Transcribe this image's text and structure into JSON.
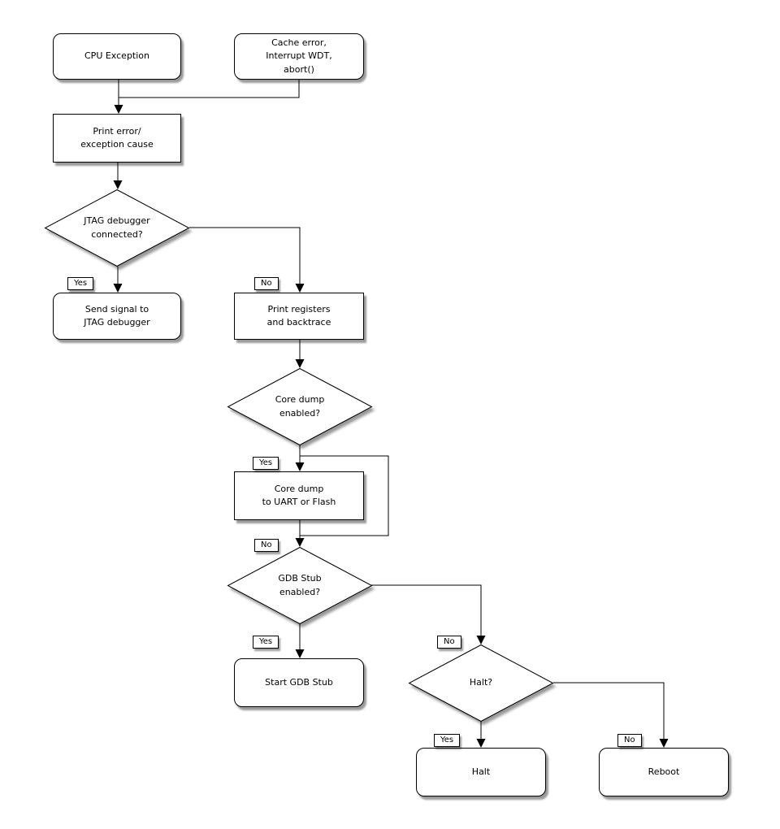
{
  "diagram": {
    "type": "flowchart",
    "background": "#ffffff",
    "line_color": "#000000",
    "shape_fill": "#ffffff",
    "nodes": {
      "cpu_exception": "CPU Exception",
      "cache_error": "Cache error,\nInterrupt WDT,\nabort()",
      "print_error": "Print error/\nexception cause",
      "jtag_connected": "JTAG debugger\nconnected?",
      "send_signal": "Send signal to\nJTAG debugger",
      "print_registers": "Print registers\nand backtrace",
      "core_dump_enabled": "Core dump\nenabled?",
      "core_dump": "Core dump\nto UART or Flash",
      "gdb_stub_enabled": "GDB Stub\nenabled?",
      "start_gdb_stub": "Start GDB Stub",
      "halt_question": "Halt?",
      "halt": "Halt",
      "reboot": "Reboot"
    },
    "branch_labels": {
      "jtag_yes": "Yes",
      "jtag_no": "No",
      "core_dump_yes": "Yes",
      "core_dump_no": "No",
      "gdb_yes": "Yes",
      "gdb_no": "No",
      "halt_yes": "Yes",
      "halt_no": "No"
    }
  }
}
